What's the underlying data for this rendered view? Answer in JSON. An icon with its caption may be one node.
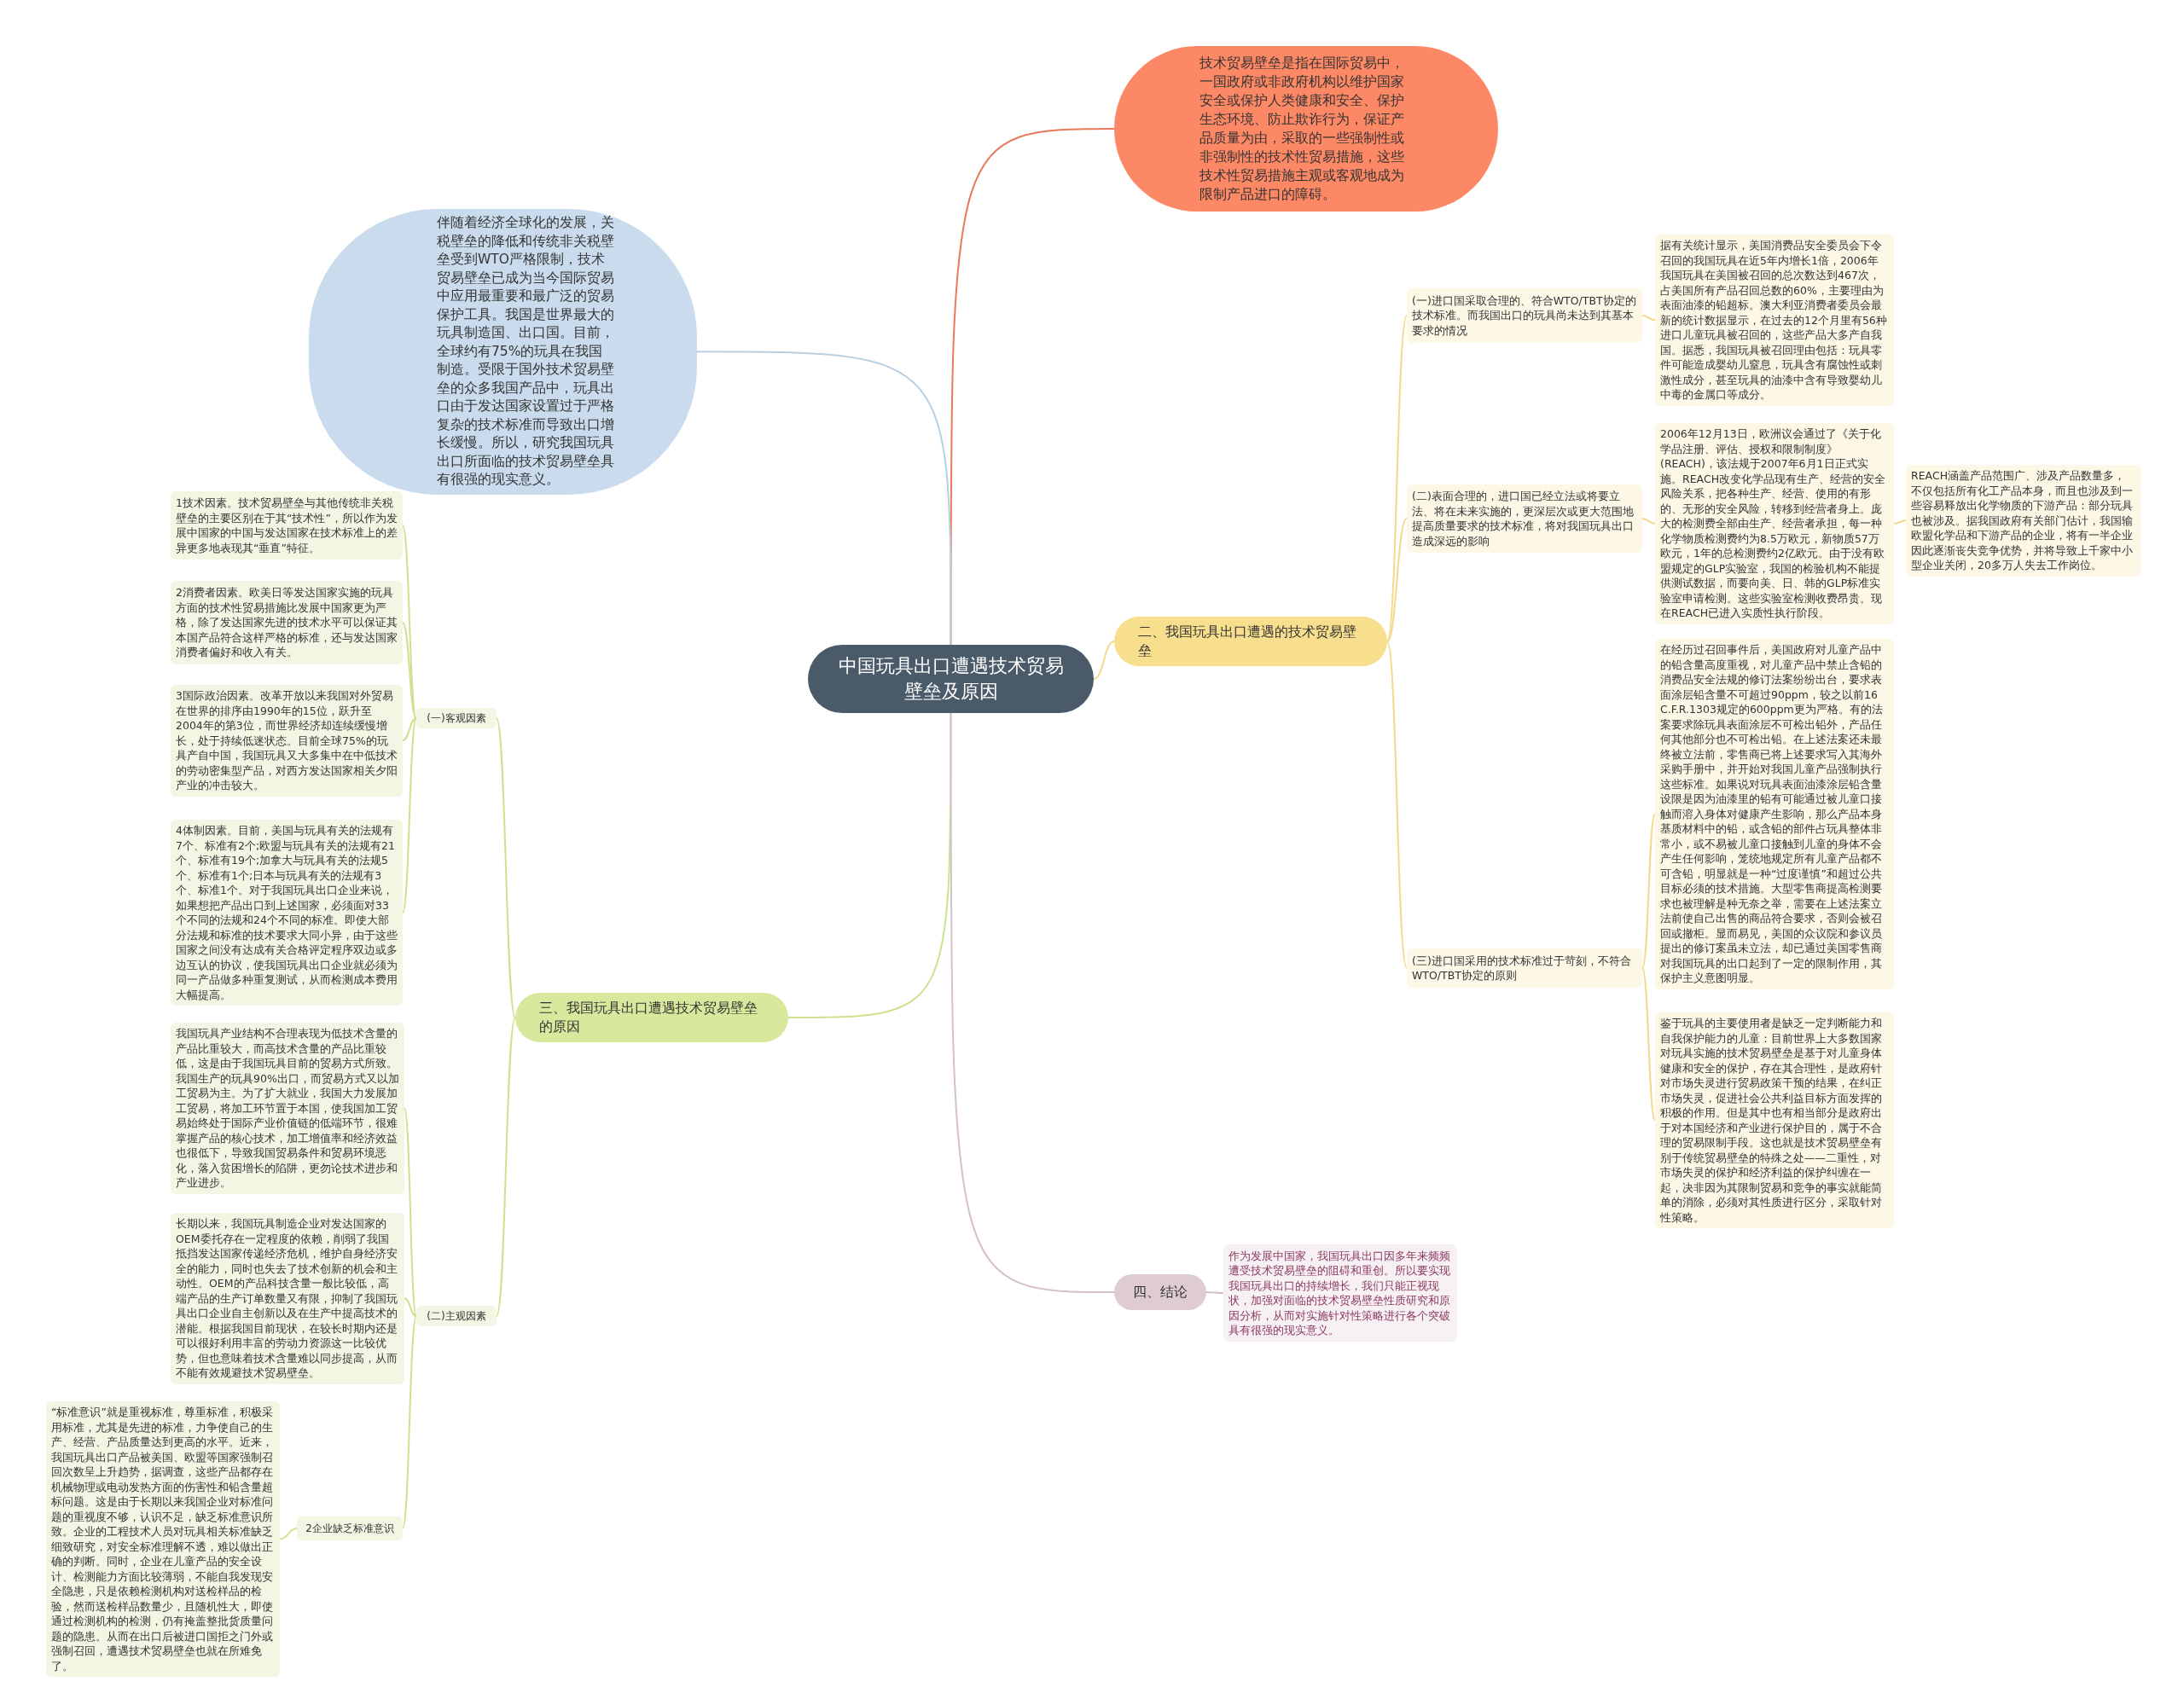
{
  "diagram": {
    "nodes": [
      {
        "text": [
          "中国玩具出口遭遇技术贸易壁垒及原因"
        ]
      },
      {
        "text": [
          "技术贸易壁垒是指在国际贸易中，一国政府或非政府机构以维护国家安全或保护人类健康和安全、保护生态环境、防止欺诈行为，保证产品质量为由，采取的一些强制性或非强制性的技术性贸易措施，这些技术性贸易措施主观或客观地成为限制产品进口的障碍。"
        ]
      },
      {
        "text": [
          "伴随着经济全球化的发展，关税壁垒的降低和传统非关税壁垒受到WTO严格限制，技术贸易壁垒已成为当今国际贸易中应用最重要和最广泛的贸易保护工具。我国是世界最大的玩具制造国、出口国。目前，全球约有75%的玩具在我国制造。受限于国外技术贸易壁垒的众多我国产品中，玩具出口由于发达国家设置过于严格复杂的技术标准而导致出口增长缓慢。所以，研究我国玩具出口所面临的技术贸易壁垒具有很强的现实意义。"
        ]
      },
      {
        "text": [
          "二、我国玩具出口遭遇的技术贸易壁垒"
        ]
      },
      {
        "text": [
          "(一)进口国采取合理的、符合WTO/TBT协定的技术标准。而我国出口的玩具尚未达到其基本要求的情况"
        ]
      },
      {
        "text": [
          "据有关统计显示，美国消费品安全委员会下令召回的我国玩具在近5年内增长1倍，2006年我国玩具在美国被召回的总次数达到467次，占美国所有产品召回总数的60%，主要理由为表面油漆的铅超标。澳大利亚消费者委员会最新的统计数据显示，在过去的12个月里有56种进口儿童玩具被召回的，这些产品大多产自我国。据悉，我国玩具被召回理由包括：玩具零件可能造成婴幼儿窒息，玩具含有腐蚀性或刺激性成分，甚至玩具的油漆中含有导致婴幼儿中毒的金属口等成分。"
        ]
      },
      {
        "text": [
          "(二)表面合理的，进口国已经立法或将要立法、将在未来实施的，更深层次或更大范围地提高质量要求的技术标准，将对我国玩具出口造成深远的影响"
        ]
      },
      {
        "text": [
          "2006年12月13日，欧洲议会通过了《关于化学品注册、评估、授权和限制制度》(REACH)，该法规于2007年6月1日正式实施。REACH改变化学品现有生产、经营的安全风险关系，把各种生产、经营、使用的有形的、无形的安全风险，转移到经营者身上。庞大的检测费全部由生产、经营者承担，每一种化学物质检测费约为8.5万欧元，新物质57万欧元，1年的总检测费约2亿欧元。由于没有欧盟规定的GLP实验室，我国的检验机构不能提供测试数据，而要向美、日、韩的GLP标准实验室申请检测。这些实验室检测收费昂贵。现在REACH已进入实质性执行阶段。"
        ]
      },
      {
        "text": [
          "REACH涵盖产品范围广、涉及产品数量多，不仅包括所有化工产品本身，而且也涉及到一些容易释放出化学物质的下游产品：部分玩具也被涉及。据我国政府有关部门估计，我国输欧盟化学品和下游产品的企业，将有一半企业因此逐渐丧失竞争优势，并将导致上千家中小型企业关闭，20多万人失去工作岗位。"
        ]
      },
      {
        "text": [
          "(三)进口国采用的技术标准过于苛刻，不符合WTO/TBT协定的原则"
        ]
      },
      {
        "text": [
          "在经历过召回事件后，美国政府对儿童产品中的铅含量高度重视，对儿童产品中禁止含铅的消费品安全法规的修订法案纷纷出台，要求表面涂层铅含量不可超过90ppm，较之以前16 C.F.R.1303规定的600ppm更为严格。有的法案要求除玩具表面涂层不可检出铅外，产品任何其他部分也不可检出铅。在上述法案还未最终被立法前，零售商已将上述要求写入其海外采购手册中，并开始对我国儿童产品强制执行这些标准。如果说对玩具表面油漆涂层铅含量设限是因为油漆里的铅有可能通过被儿童口接触而溶入身体对健康产生影响，那么产品本身基质材料中的铅，或含铅的部件占玩具整体非常小，或不易被儿童口接触到儿童的身体不会产生任何影响，笼统地规定所有儿童产品都不可含铅，明显就是一种“过度谨慎”和超过公共目标必须的技术措施。大型零售商提高检测要求也被理解是种无奈之举，需要在上述法案立法前使自己出售的商品符合要求，否则会被召回或撤柜。显而易见，美国的众议院和参议员提出的修订案虽未立法，却已通过美国零售商对我国玩具的出口起到了一定的限制作用，其保护主义意图明显。"
        ]
      },
      {
        "text": [
          "鉴于玩具的主要使用者是缺乏一定判断能力和自我保护能力的儿童：目前世界上大多数国家对玩具实施的技术贸易壁垒是基于对儿童身体健康和安全的保护，存在其合理性，是政府针对市场失灵进行贸易政策干预的结果，在纠正市场失灵，促进社会公共利益目标方面发挥的积极的作用。但是其中也有相当部分是政府出于对本国经济和产业进行保护目的，属于不合理的贸易限制手段。这也就是技术贸易壁垒有别于传统贸易壁垒的特殊之处——二重性，对市场失灵的保护和经济利益的保护纠缠在一起，决非因为其限制贸易和竞争的事实就能简单的消除，必须对其性质进行区分，采取针对性策略。"
        ]
      },
      {
        "text": [
          "三、我国玩具出口遭遇技术贸易壁垒的原因"
        ]
      },
      {
        "text": [
          "(一)客观因素"
        ]
      },
      {
        "text": [
          "1技术因素。技术贸易壁垒与其他传统非关税壁垒的主要区别在于其“技术性”，所以作为发展中国家的中国与发达国家在技术标准上的差异更多地表现其“垂直”特征。"
        ]
      },
      {
        "text": [
          "2消费者因素。欧美日等发达国家实施的玩具方面的技术性贸易措施比发展中国家更为严格，除了发达国家先进的技术水平可以保证其本国产品符合这样严格的标准，还与发达国家消费者偏好和收入有关。"
        ]
      },
      {
        "text": [
          "3国际政治因素。改革开放以来我国对外贸易在世界的排序由1990年的15位，跃升至2004年的第3位，而世界经济却连续缓慢增长，处于持续低迷状态。目前全球75%的玩具产自中国，我国玩具又大多集中在中低技术的劳动密集型产品，对西方发达国家相关夕阳产业的冲击较大。"
        ]
      },
      {
        "text": [
          "4体制因素。目前，美国与玩具有关的法规有7个、标准有2个;欧盟与玩具有关的法规有21个、标准有19个;加拿大与玩具有关的法规5个、标准有1个;日本与玩具有关的法规有3个、标准1个。对于我国玩具出口企业来说，如果想把产品出口到上述国家，必须面对33个不同的法规和24个不同的标准。即使大部分法规和标准的技术要求大同小异，由于这些国家之间没有达成有关合格评定程序双边或多边互认的协议，使我国玩具出口企业就必须为同一产品做多种重复测试，从而检测成本费用大幅提高。"
        ]
      },
      {
        "text": [
          "(二)主观因素"
        ]
      },
      {
        "text": [
          "我国玩具产业结构不合理表现为低技术含量的产品比重较大，而高技术含量的产品比重较低，这是由于我国玩具目前的贸易方式所致。我国生产的玩具90%出口，而贸易方式又以加工贸易为主。为了扩大就业，我国大力发展加工贸易，将加工环节置于本国，使我国加工贸易始终处于国际产业价值链的低端环节，很难掌握产品的核心技术，加工增值率和经济效益也很低下，导致我国贸易条件和贸易环境恶化，落入贫困增长的陷阱，更勿论技术进步和产业进步。"
        ]
      },
      {
        "text": [
          "长期以来，我国玩具制造企业对发达国家的OEM委托存在一定程度的依赖，削弱了我国抵挡发达国家传递经济危机，维护自身经济安全的能力，同时也失去了技术创新的机会和主动性。OEM的产品科技含量一般比较低，高端产品的生产订单数量又有限，抑制了我国玩具出口企业自主创新以及在生产中提高技术的潜能。根据我国目前现状，在较长时期内还是可以很好利用丰富的劳动力资源这一比较优势，但也意味着技术含量难以同步提高，从而不能有效规避技术贸易壁垒。"
        ]
      },
      {
        "text": [
          "2企业缺乏标准意识"
        ]
      },
      {
        "text": [
          "“标准意识”就是重视标准，尊重标准，积极采用标准，尤其是先进的标准，力争使自己的生产、经营、产品质量达到更高的水平。近来，我国玩具出口产品被美国、欧盟等国家强制召回次数呈上升趋势，据调查，这些产品都存在机械物理或电动发热方面的伤害性和铅含量超标问题。这是由于长期以来我国企业对标准问题的重视度不够，认识不足，缺乏标准意识所致。企业的工程技术人员对玩具相关标准缺乏细致研究，对安全标准理解不透，难以做出正确的判断。同时，企业在儿童产品的安全设计、检测能力方面比较薄弱，不能自我发现安全隐患，只是依赖检测机构对送检样品的检验，然而送检样品数量少，且随机性大，即使通过检测机构的检测，仍有掩盖整批货质量问题的隐患。从而在出口后被进口国拒之门外或强制召回，遭遇技术贸易壁垒也就在所难免了。"
        ]
      },
      {
        "text": [
          "四、结论"
        ]
      },
      {
        "text": [
          "作为发展中国家，我国玩具出口因多年来频频遭受技术贸易壁垒的阻碍和重创。所以要实现我国玩具出口的持续增长，我们只能正视现状，加强对面临的技术贸易壁垒性质研究和原因分析，从而对实施针对性策略进行各个突破具有很强的现实意义。"
        ]
      }
    ],
    "edges": [
      {
        "from": 0,
        "to": 1,
        "arrow": "none",
        "color": "#e8795a"
      },
      {
        "from": 0,
        "to": 2,
        "arrow": "none",
        "color": "#b8cfe2"
      },
      {
        "from": 0,
        "to": 3,
        "arrow": "none",
        "color": "#f3d98a"
      },
      {
        "from": 3,
        "to": 4,
        "arrow": "none",
        "color": "#f3d98a"
      },
      {
        "from": 4,
        "to": 5,
        "arrow": "none",
        "color": "#f3d98a"
      },
      {
        "from": 3,
        "to": 6,
        "arrow": "none",
        "color": "#f3d98a"
      },
      {
        "from": 6,
        "to": 7,
        "arrow": "none",
        "color": "#f3d98a"
      },
      {
        "from": 7,
        "to": 8,
        "arrow": "none",
        "color": "#f3d98a"
      },
      {
        "from": 3,
        "to": 9,
        "arrow": "none",
        "color": "#f3d98a"
      },
      {
        "from": 9,
        "to": 10,
        "arrow": "none",
        "color": "#f3d98a"
      },
      {
        "from": 9,
        "to": 11,
        "arrow": "none",
        "color": "#f3d98a"
      },
      {
        "from": 0,
        "to": 12,
        "arrow": "none"
      },
      {
        "from": 12,
        "to": 13,
        "arrow": "none"
      },
      {
        "from": 13,
        "to": 14,
        "arrow": "none"
      },
      {
        "from": 13,
        "to": 15,
        "arrow": "none"
      },
      {
        "from": 13,
        "to": 16,
        "arrow": "none"
      },
      {
        "from": 13,
        "to": 17,
        "arrow": "none"
      },
      {
        "from": 12,
        "to": 18,
        "arrow": "none"
      },
      {
        "from": 18,
        "to": 19,
        "arrow": "none"
      },
      {
        "from": 18,
        "to": 20,
        "arrow": "none"
      },
      {
        "from": 18,
        "to": 21,
        "arrow": "none"
      },
      {
        "from": 21,
        "to": 22,
        "arrow": "none"
      },
      {
        "from": 0,
        "to": 23,
        "arrow": "none",
        "color": "#d6bfca"
      },
      {
        "from": 23,
        "to": 24,
        "arrow": "none",
        "color": "#d6bfca"
      }
    ]
  }
}
